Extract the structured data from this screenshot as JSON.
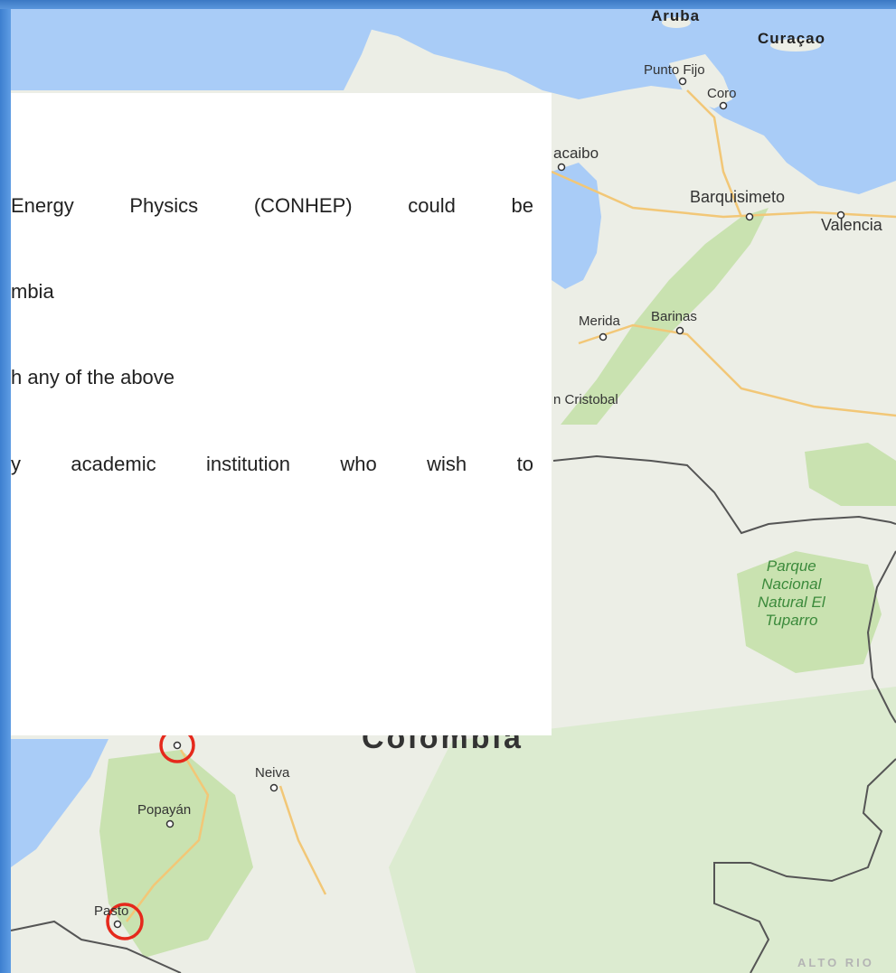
{
  "map": {
    "labels": {
      "aruba": "Aruba",
      "curacao": "Curaçao",
      "punto_fijo": "Punto Fijo",
      "coro": "Coro",
      "maracaibo_partial": "acaibo",
      "barquisimeto": "Barquisimeto",
      "valencia": "Valencia",
      "merida": "Merida",
      "barinas": "Barinas",
      "san_cristobal_partial": "n Cristobal",
      "park_line1": "Parque",
      "park_line2": "Nacional",
      "park_line3": "Natural El",
      "park_line4": "Tuparro",
      "country": "Colombia",
      "neiva": "Neiva",
      "popayan": "Popayán",
      "pasto": "Pasto",
      "alto_rio": "ALTO RIO"
    },
    "colors": {
      "water": "#a9ccf7",
      "land": "#eceee6",
      "vegetation": "#c9e2b0",
      "border": "#555555",
      "road": "#f2c777",
      "highlight": "#e5291c"
    }
  },
  "document": {
    "line1_words": [
      "Energy",
      "Physics",
      "(CONHEP)",
      "could",
      "be"
    ],
    "line2": "mbia",
    "line3": "h any of the above",
    "line4_words": [
      "y",
      "academic",
      "institution",
      "who",
      "wish",
      "to"
    ]
  }
}
